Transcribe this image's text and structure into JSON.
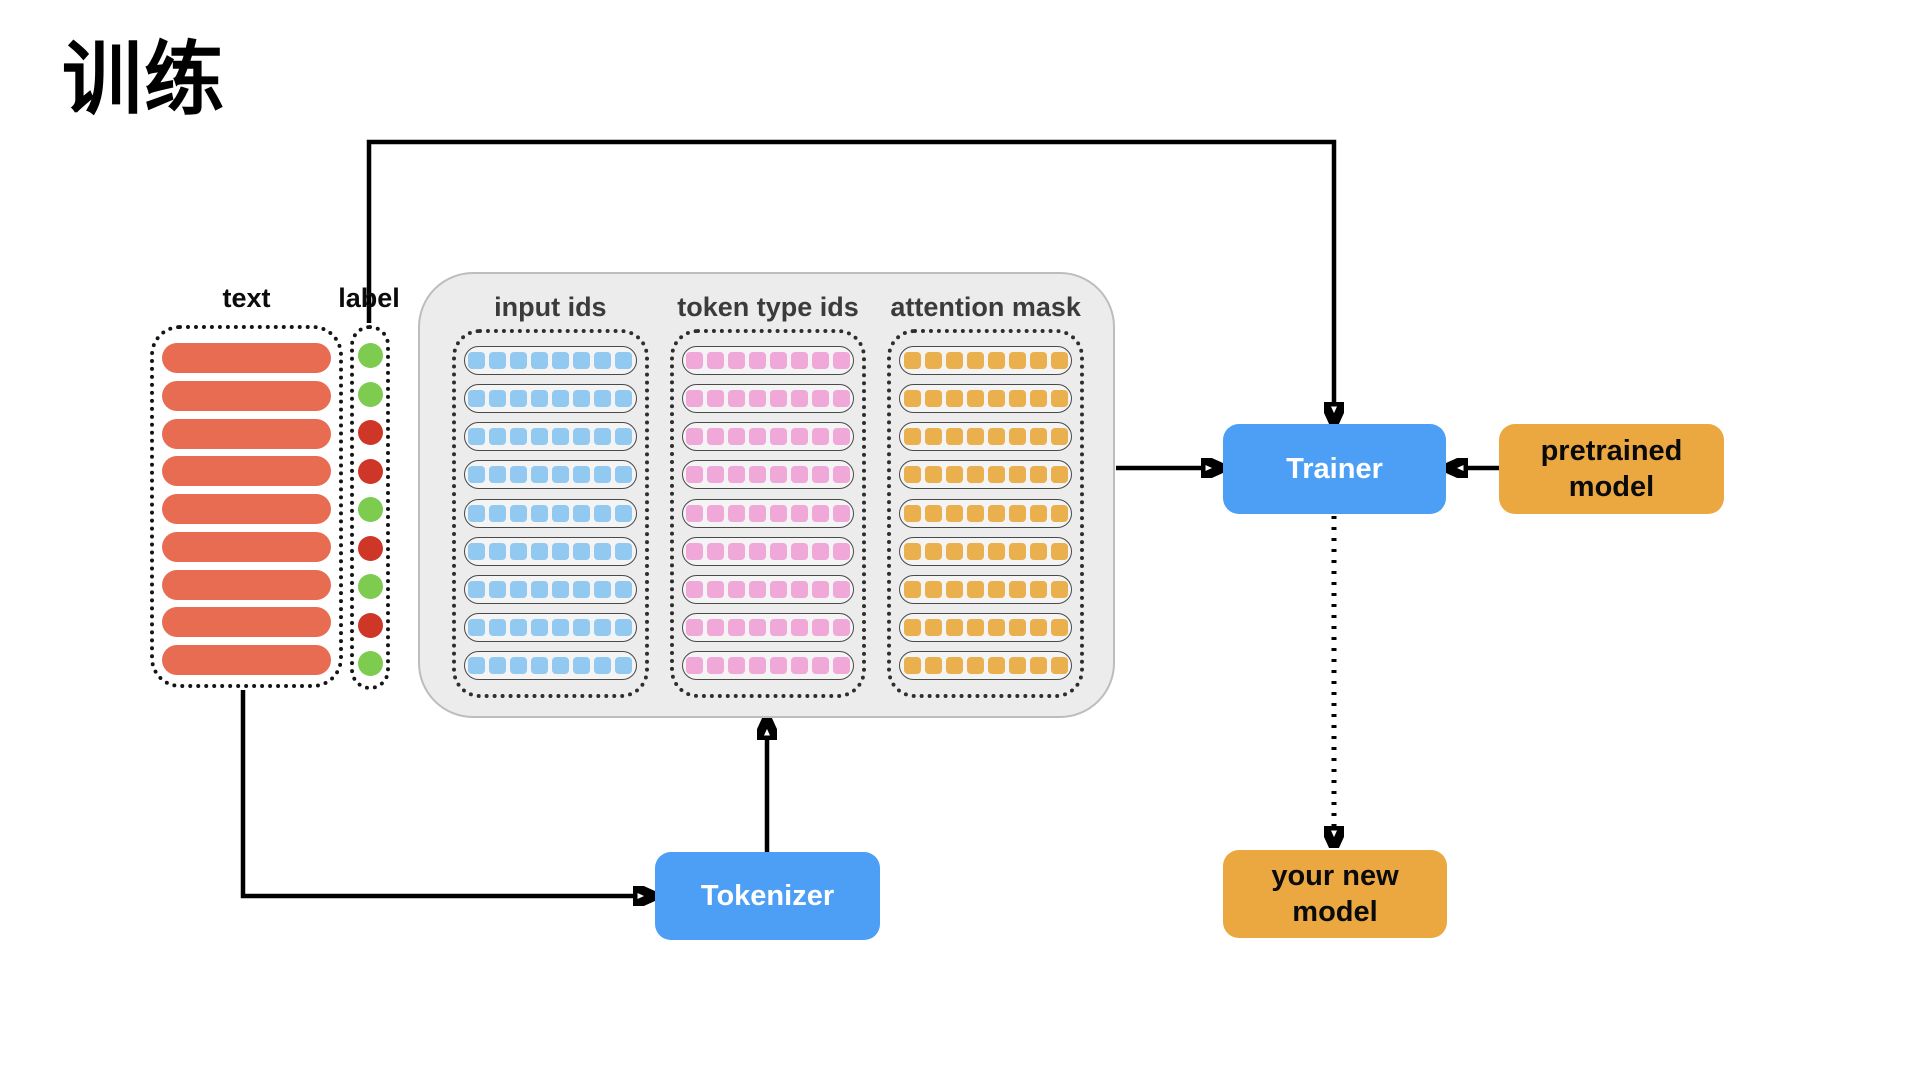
{
  "title": "训练",
  "dataset": {
    "text_label": "text",
    "label_label": "label",
    "rows": 9,
    "text_bar_color": "#E86C52",
    "label_sequence": [
      "green",
      "green",
      "red",
      "red",
      "green",
      "red",
      "green",
      "red",
      "green"
    ],
    "label_palette": {
      "green": "#7DCC4F",
      "red": "#CE3628"
    }
  },
  "tensor_box": {
    "rows": 9,
    "cells_per_row": 8,
    "columns": [
      {
        "label": "input ids",
        "color": "#92C9F1"
      },
      {
        "label": "token type ids",
        "color": "#F0A8D8"
      },
      {
        "label": "attention mask",
        "color": "#EAB04E"
      }
    ]
  },
  "nodes": {
    "tokenizer": {
      "label": "Tokenizer",
      "color": "#4D9FF5"
    },
    "trainer": {
      "label": "Trainer",
      "color": "#4D9FF5"
    },
    "pretrained": {
      "label": "pretrained model",
      "color": "#EBA840"
    },
    "new_model": {
      "label": "your new model",
      "color": "#EBA840"
    }
  },
  "arrow_color": "#000000"
}
